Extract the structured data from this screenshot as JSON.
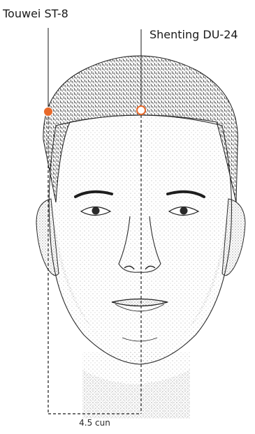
{
  "points": [
    {
      "name": "Touwei ST-8",
      "style": "filled",
      "color": "#e8692a"
    },
    {
      "name": "Shenting DU-24",
      "style": "hollow",
      "color": "#e8692a"
    }
  ],
  "measurement": {
    "label": "4.5 cun"
  }
}
